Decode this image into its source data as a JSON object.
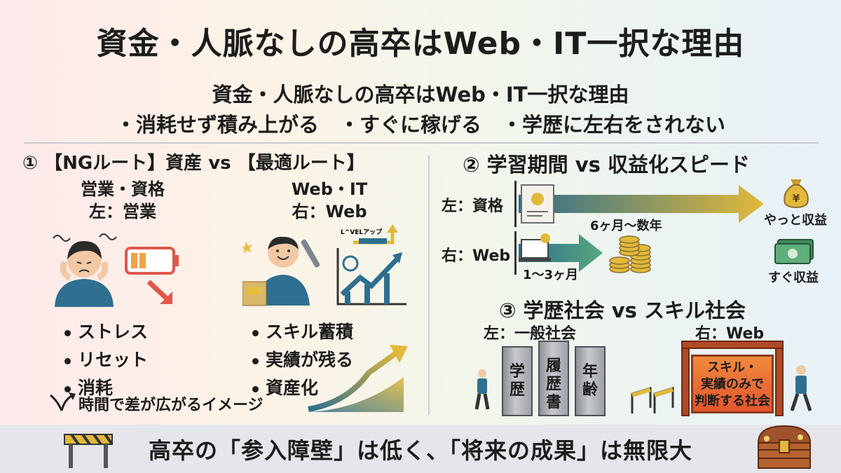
{
  "title": "資金・人脈なしの高卒はWeb・IT一択な理由",
  "subtitle": {
    "line1": "資金・人脈なしの高卒はWeb・IT一択な理由",
    "line2": "・消耗せず積み上がる　・すぐに稼げる　・学歴に左右をされない"
  },
  "section1": {
    "title": "① 【NGルート】資産 vs 【最適ルート】",
    "left": {
      "line1": "営業・資格",
      "line2": "左：営業",
      "bullets": [
        "ストレス",
        "リセット",
        "消耗"
      ]
    },
    "right": {
      "line1": "Web・IT",
      "line2": "右：Web",
      "bullets": [
        "スキル蓄積",
        "実績が残る",
        "資産化"
      ],
      "level_label": "L^VELアップ"
    },
    "image_note": "時間で差が広がるイメージ"
  },
  "section2": {
    "title": "② 学習期間 vs 収益化スピード",
    "left_label": "左：資格",
    "left_duration": "6ヶ月〜数年",
    "left_result": "やっと収益",
    "right_label": "右：Web",
    "right_duration": "1〜3ヶ月",
    "right_result": "すぐ収益",
    "yen_symbol": "¥"
  },
  "section3": {
    "title": "③ 学歴社会 vs スキル社会",
    "left_label": "左：一般社会",
    "right_label": "右：Web",
    "pillars": [
      "学歴",
      "履歴書",
      "年齢"
    ],
    "gate_text": [
      "スキル・",
      "実績のみで",
      "判断する社会"
    ]
  },
  "bottom": {
    "text": "高卒の「参入障壁」は低く、「将来の成果」は無限大"
  },
  "colors": {
    "battery": "#e0574a",
    "arrow_start": "#2c6f8e",
    "arrow_end": "#e2b93b",
    "gate": "#e2552d"
  }
}
